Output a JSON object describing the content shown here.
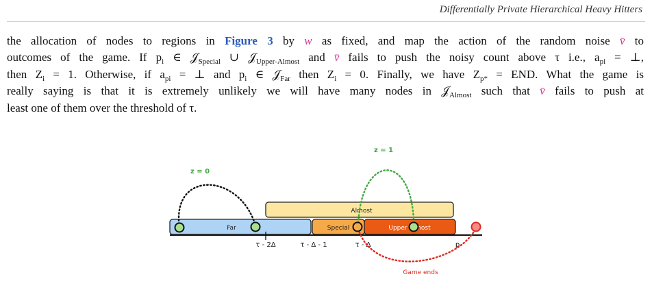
{
  "header": {
    "running_title": "Differentially Private Hierarchical Heavy Hitters"
  },
  "paragraph": {
    "l1_a": "the allocation of nodes to regions in ",
    "l1_figref": "Figure 3",
    "l1_b": " by ",
    "l1_w": "w",
    "l1_c": " as fixed, and map the action of the random noise ",
    "l1_v": "v̄",
    "l1_d": " to",
    "l2_a": "outcomes of the game. If p",
    "l2_i": "i",
    "l2_b": " ∈ 𝒥",
    "l2_special": "Special",
    "l2_c": " ∪ 𝒥",
    "l2_upper": "Upper-Almost",
    "l2_d": " and ",
    "l2_v": "v̄",
    "l2_e": " fails to push the noisy count above τ i.e., a",
    "l2_pi": "pi",
    "l2_f": " = ⊥,",
    "l3_a": "then Z",
    "l3_i": "i",
    "l3_b": " = 1. Otherwise, if a",
    "l3_pi": "pi",
    "l3_c": " = ⊥ and p",
    "l3_i2": "i",
    "l3_d": " ∈ 𝒥",
    "l3_far": "Far",
    "l3_e": " then Z",
    "l3_i3": "i",
    "l3_f": " = 0. Finally, we have Z",
    "l3_pstar": "p*",
    "l3_g": " = END. What the game is",
    "l4_a": "really saying is that it is extremely unlikely we will have many nodes in 𝒥",
    "l4_almost": "Almost",
    "l4_b": " such that ",
    "l4_v": "v̄",
    "l4_c": " fails to push at",
    "l5": "least one of them over the threshold of τ."
  },
  "figure": {
    "label_z0": "z = 0",
    "label_z1": "z = 1",
    "region_far": "Far",
    "region_special": "Special",
    "region_upper_almost": "Upper Almost",
    "region_almost": "Almost",
    "tick_tau_2delta": "τ - 2Δ",
    "tick_tau_delta_1": "τ - Δ - 1",
    "tick_tau_delta": "τ - Δ",
    "tick_p": "p",
    "label_game_ends": "Game ends"
  },
  "colors": {
    "far_fill": "#aed3f5",
    "special_fill": "#f6a948",
    "upper_almost_fill": "#ea5a14",
    "almost_fill": "#fde7a0",
    "node_fill": "#a9e090",
    "end_node_fill": "#f58c86",
    "green_arc": "#42a842",
    "red_arc": "#dd2a20",
    "figref_blue": "#2b5bb8",
    "math_pink": "#d0358f"
  }
}
